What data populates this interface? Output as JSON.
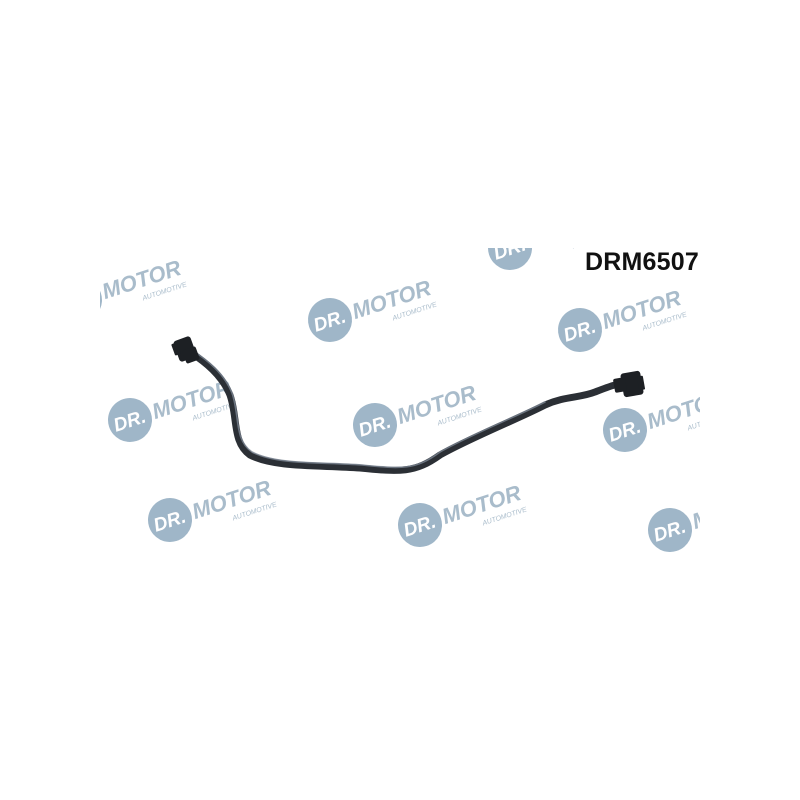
{
  "product": {
    "part_code": "DRM6507"
  },
  "watermark": {
    "badge_text": "DR.",
    "brand_text": "MOTOR",
    "sub_text": "AUTOMOTIVE",
    "badge_color": "#9fb6c8",
    "text_color": "#a9bccb"
  },
  "hose": {
    "color": "#2b2f35",
    "highlight_color": "#7b8592",
    "connector_color": "#1d2024"
  }
}
